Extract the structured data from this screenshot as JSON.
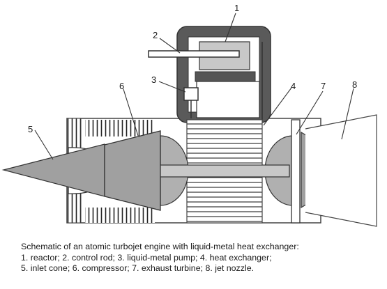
{
  "diagram": {
    "labels": [
      "1",
      "2",
      "3",
      "4",
      "5",
      "6",
      "7",
      "8"
    ]
  },
  "caption": {
    "heading": "Schematic of an atomic turbojet engine with liquid-metal heat exchanger:",
    "line1": "1.  reactor; 2.  control rod; 3.  liquid-metal pump; 4.  heat exchanger;",
    "line2": "5.  inlet cone; 6.  compressor; 7.  exhaust turbine; 8.  jet nozzle."
  }
}
